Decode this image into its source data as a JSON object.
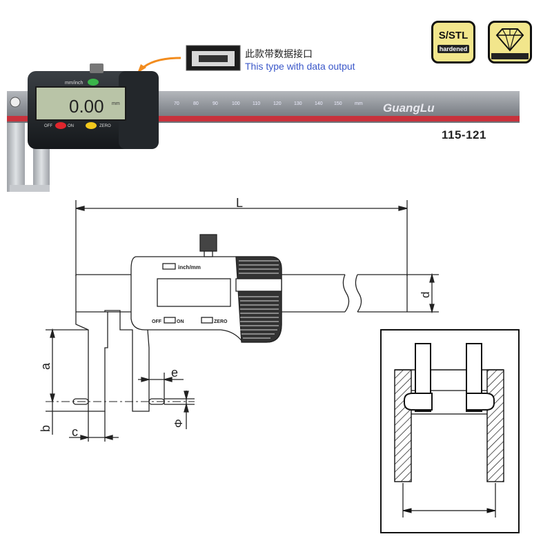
{
  "badges": {
    "material_line1": "S/STL",
    "material_line2": "hardened",
    "diamond_icon": "diamond-icon"
  },
  "data_output": {
    "chinese": "此款带数据接口",
    "english": "This type with data output"
  },
  "model_number": "115-121",
  "photo": {
    "display_value": "0.00",
    "display_unit": "mm",
    "unit_button": "mm/inch",
    "off_button": "OFF",
    "on_button": "ON",
    "zero_button": "ZERO",
    "brand": "GuangLu",
    "scale_ticks": [
      "70",
      "80",
      "90",
      "100",
      "110",
      "120",
      "130",
      "140",
      "150",
      "mm"
    ]
  },
  "drawing": {
    "unit_label": "inch/mm",
    "off_label": "OFF",
    "on_label": "ON",
    "zero_label": "ZERO",
    "dim_L": "L",
    "dim_d": "d",
    "dim_a": "a",
    "dim_b": "b",
    "dim_c": "c",
    "dim_e": "e",
    "dim_phi": "Φ"
  },
  "colors": {
    "badge_fill": "#f2e68c",
    "scale_gray": "#8a8e94",
    "red_stripe": "#c8323c",
    "lcd": "#b9c4a7",
    "button_green": "#3ab54a",
    "button_red": "#e0262d",
    "button_yellow": "#f2c81c",
    "callout_orange": "#f28c1e"
  }
}
